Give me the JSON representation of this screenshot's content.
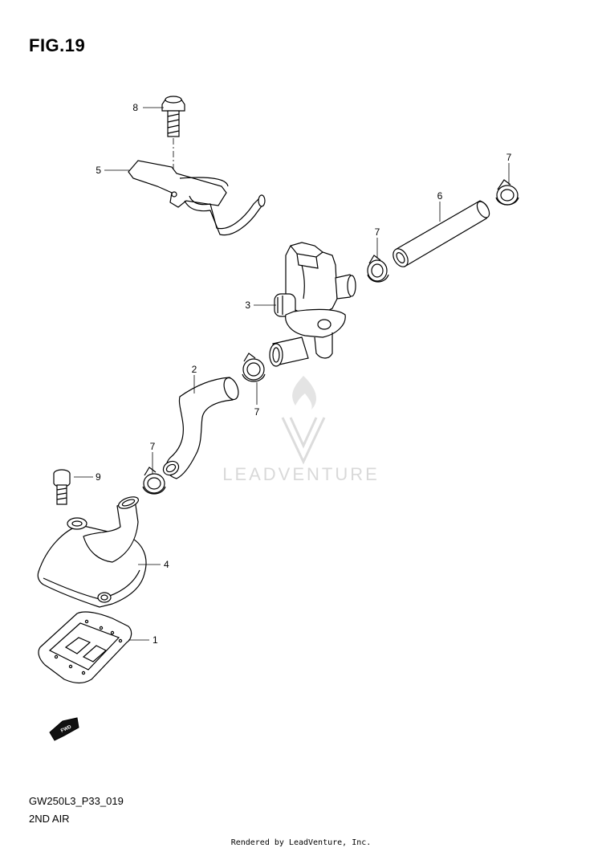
{
  "figure": {
    "title": "FIG.19",
    "code": "GW250L3_P33_019",
    "name": "2ND AIR"
  },
  "callouts": {
    "c1": "1",
    "c2": "2",
    "c3": "3",
    "c4": "4",
    "c5": "5",
    "c6": "6",
    "c7a": "7",
    "c7b": "7",
    "c7c": "7",
    "c7d": "7",
    "c8": "8",
    "c9": "9"
  },
  "fwd_label": "FWD",
  "watermark": {
    "text": "LEADVENTURE",
    "color": "#d9d9d9"
  },
  "footer": "Rendered by LeadVenture, Inc.",
  "icons": {
    "fwd": "fwd-arrow-icon",
    "watermark": "leadventure-logo-icon"
  }
}
